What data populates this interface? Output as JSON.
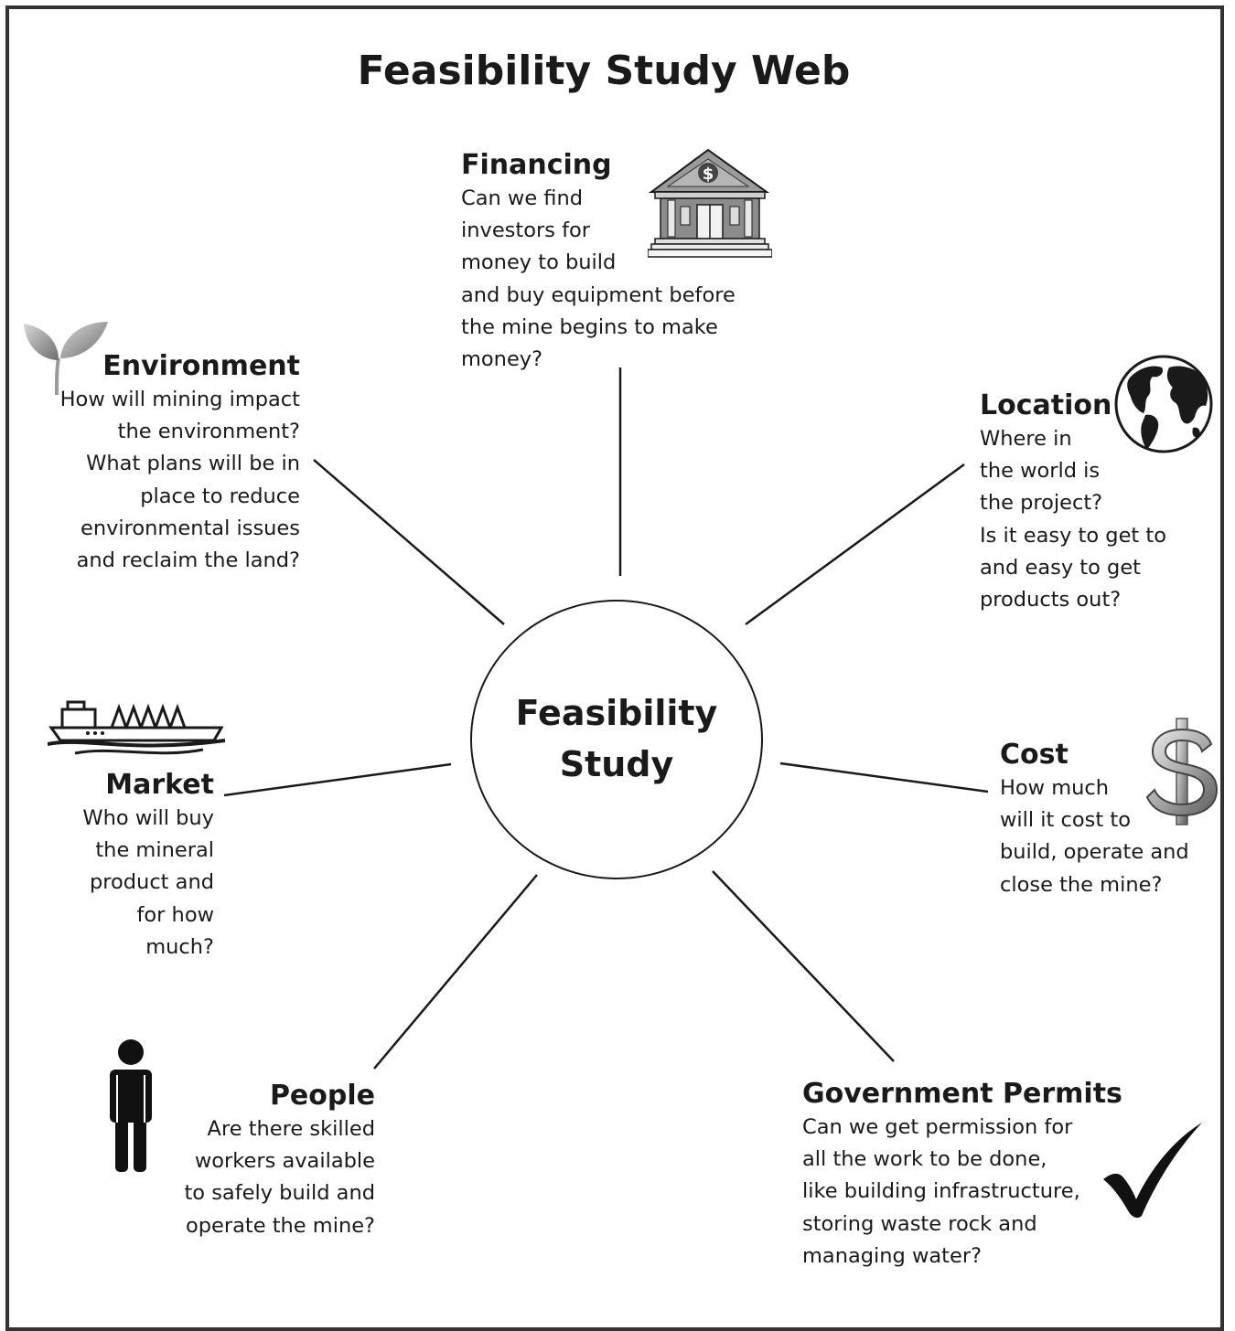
{
  "title": "Feasibility Study Web",
  "center": {
    "line1": "Feasibility",
    "line2": "Study"
  },
  "nodes": {
    "financing": {
      "heading": "Financing",
      "lines": [
        "Can we find",
        "investors for",
        "money to build",
        "and buy equipment before",
        "the mine begins to make",
        "money?"
      ],
      "icon": "bank-icon"
    },
    "environment": {
      "heading": "Environment",
      "lines": [
        "How will mining impact",
        "the environment?",
        "What plans will be in",
        "place to reduce",
        "environmental issues",
        "and reclaim the land?"
      ],
      "icon": "plant-sprout-icon"
    },
    "location": {
      "heading": "Location",
      "lines": [
        "Where in",
        "the world is",
        "the project?",
        "Is it easy to get to",
        "and easy to get",
        "products out?"
      ],
      "icon": "globe-icon"
    },
    "market": {
      "heading": "Market",
      "lines": [
        "Who will buy",
        "the mineral",
        "product and",
        "for how",
        "much?"
      ],
      "icon": "ship-icon"
    },
    "cost": {
      "heading": "Cost",
      "lines": [
        "How much",
        "will it cost to",
        "build, operate and",
        "close the mine?"
      ],
      "icon": "dollar-sign-icon"
    },
    "people": {
      "heading": "People",
      "lines": [
        "Are there skilled",
        "workers  available",
        "to safely build and",
        "operate the mine?"
      ],
      "icon": "person-icon"
    },
    "government_permits": {
      "heading": "Government Permits",
      "lines": [
        "Can we get permission for",
        "all the work to be done,",
        "like building infrastructure,",
        "storing waste rock and",
        "managing water?"
      ],
      "icon": "checkmark-icon"
    }
  },
  "colors": {
    "ink": "#1a1a1a",
    "frame": "#333333",
    "icon_gray": "#8a8a8a"
  }
}
